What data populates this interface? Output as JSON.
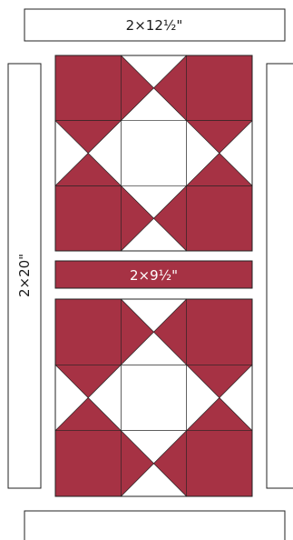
{
  "labels": {
    "top_strip": "2×12½\"",
    "middle_sash": "2×9½\"",
    "left_strip": "2×20\""
  },
  "colors": {
    "fabric_red": "#A63244",
    "background": "#FFFFFF",
    "outline": "#222222"
  }
}
